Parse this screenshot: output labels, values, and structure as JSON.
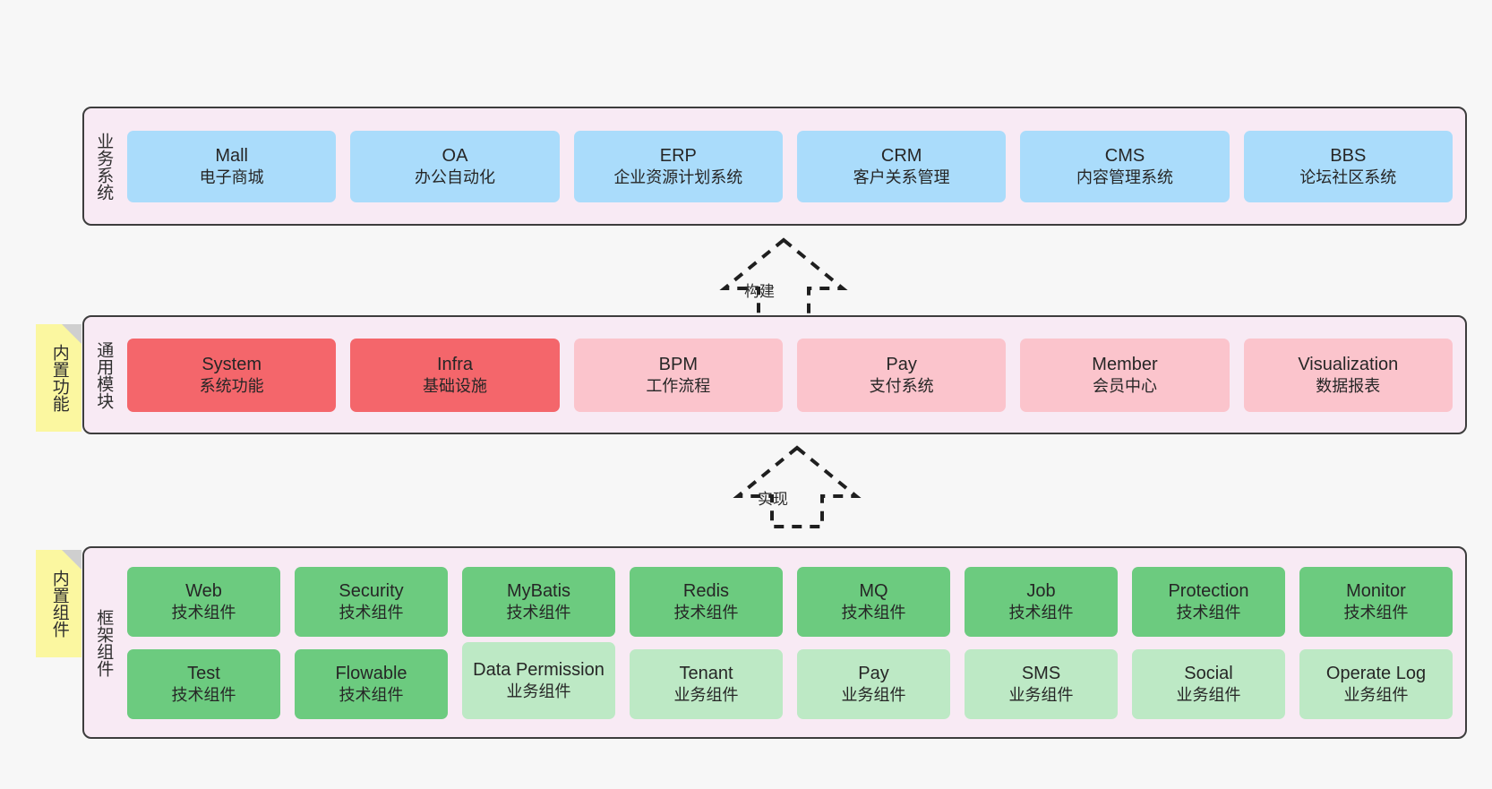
{
  "diagram": {
    "background_color": "#f7f7f7",
    "panel_color": "#f8eaf4",
    "note_color": "#fbf7a0"
  },
  "layers": [
    {
      "id": "business-systems",
      "title": "业务系统",
      "note": null,
      "rows": [
        {
          "cards": [
            {
              "en": "Mall",
              "cn": "电子商城",
              "color": "#aadcfb",
              "style": "c-blue"
            },
            {
              "en": "OA",
              "cn": "办公自动化",
              "color": "#aadcfb",
              "style": "c-blue"
            },
            {
              "en": "ERP",
              "cn": "企业资源计划系统",
              "color": "#aadcfb",
              "style": "c-blue"
            },
            {
              "en": "CRM",
              "cn": "客户关系管理",
              "color": "#aadcfb",
              "style": "c-blue"
            },
            {
              "en": "CMS",
              "cn": "内容管理系统",
              "color": "#aadcfb",
              "style": "c-blue"
            },
            {
              "en": "BBS",
              "cn": "论坛社区系统",
              "color": "#aadcfb",
              "style": "c-blue"
            }
          ]
        }
      ]
    },
    {
      "id": "common-modules",
      "title": "通用模块",
      "note": "内置功能",
      "rows": [
        {
          "cards": [
            {
              "en": "System",
              "cn": "系统功能",
              "color": "#f4666b",
              "style": "c-red"
            },
            {
              "en": "Infra",
              "cn": "基础设施",
              "color": "#f4666b",
              "style": "c-red"
            },
            {
              "en": "BPM",
              "cn": "工作流程",
              "color": "#fbc4cc",
              "style": "c-pink"
            },
            {
              "en": "Pay",
              "cn": "支付系统",
              "color": "#fbc4cc",
              "style": "c-pink"
            },
            {
              "en": "Member",
              "cn": "会员中心",
              "color": "#fbc4cc",
              "style": "c-pink"
            },
            {
              "en": "Visualization",
              "cn": "数据报表",
              "color": "#fbc4cc",
              "style": "c-pink"
            }
          ]
        }
      ]
    },
    {
      "id": "framework-components",
      "title": "框架组件",
      "note": "内置组件",
      "rows": [
        {
          "cards": [
            {
              "en": "Web",
              "cn": "技术组件",
              "color": "#6ccb7f",
              "style": "c-green"
            },
            {
              "en": "Security",
              "cn": "技术组件",
              "color": "#6ccb7f",
              "style": "c-green"
            },
            {
              "en": "MyBatis",
              "cn": "技术组件",
              "color": "#6ccb7f",
              "style": "c-green"
            },
            {
              "en": "Redis",
              "cn": "技术组件",
              "color": "#6ccb7f",
              "style": "c-green"
            },
            {
              "en": "MQ",
              "cn": "技术组件",
              "color": "#6ccb7f",
              "style": "c-green"
            },
            {
              "en": "Job",
              "cn": "技术组件",
              "color": "#6ccb7f",
              "style": "c-green"
            },
            {
              "en": "Protection",
              "cn": "技术组件",
              "color": "#6ccb7f",
              "style": "c-green"
            },
            {
              "en": "Monitor",
              "cn": "技术组件",
              "color": "#6ccb7f",
              "style": "c-green"
            }
          ]
        },
        {
          "cards": [
            {
              "en": "Test",
              "cn": "技术组件",
              "color": "#6ccb7f",
              "style": "c-green"
            },
            {
              "en": "Flowable",
              "cn": "技术组件",
              "color": "#6ccb7f",
              "style": "c-green"
            },
            {
              "en": "Data Permission",
              "cn": "业务组件",
              "color": "#bde9c5",
              "style": "c-lightgrn"
            },
            {
              "en": "Tenant",
              "cn": "业务组件",
              "color": "#bde9c5",
              "style": "c-lightgrn"
            },
            {
              "en": "Pay",
              "cn": "业务组件",
              "color": "#bde9c5",
              "style": "c-lightgrn"
            },
            {
              "en": "SMS",
              "cn": "业务组件",
              "color": "#bde9c5",
              "style": "c-lightgrn"
            },
            {
              "en": "Social",
              "cn": "业务组件",
              "color": "#bde9c5",
              "style": "c-lightgrn"
            },
            {
              "en": "Operate Log",
              "cn": "业务组件",
              "color": "#bde9c5",
              "style": "c-lightgrn"
            }
          ]
        }
      ]
    }
  ],
  "connectors": [
    {
      "id": "build",
      "label": "构建",
      "from": "common-modules",
      "to": "business-systems"
    },
    {
      "id": "implement",
      "label": "实现",
      "from": "framework-components",
      "to": "common-modules"
    }
  ]
}
